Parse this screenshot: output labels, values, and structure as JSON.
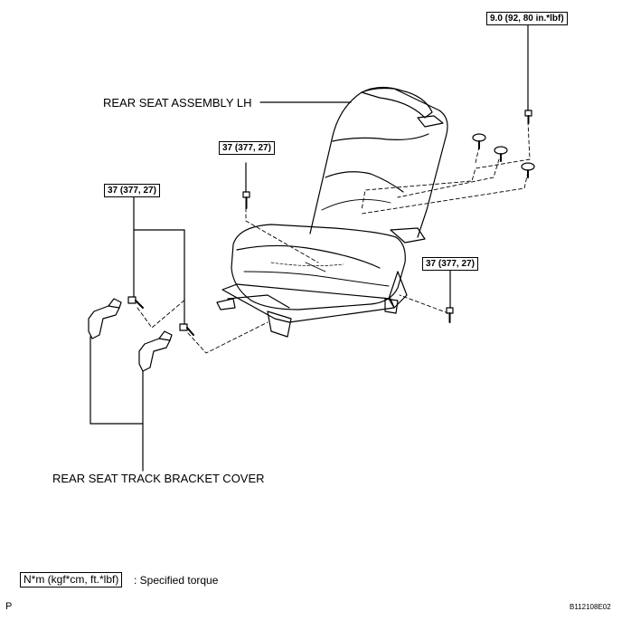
{
  "labels": {
    "rear_seat_assembly": "REAR SEAT ASSEMBLY LH",
    "track_bracket_cover": "REAR SEAT TRACK BRACKET COVER"
  },
  "torque": {
    "top_right": "9.0 (92, 80 in.*lbf)",
    "upper_center": "37 (377, 27)",
    "left": "37 (377, 27)",
    "right": "37 (377, 27)"
  },
  "legend": {
    "unit": "N*m (kgf*cm, ft.*lbf)",
    "text": ": Specified torque"
  },
  "page_marker": "P",
  "figure_code": "B112108E02"
}
